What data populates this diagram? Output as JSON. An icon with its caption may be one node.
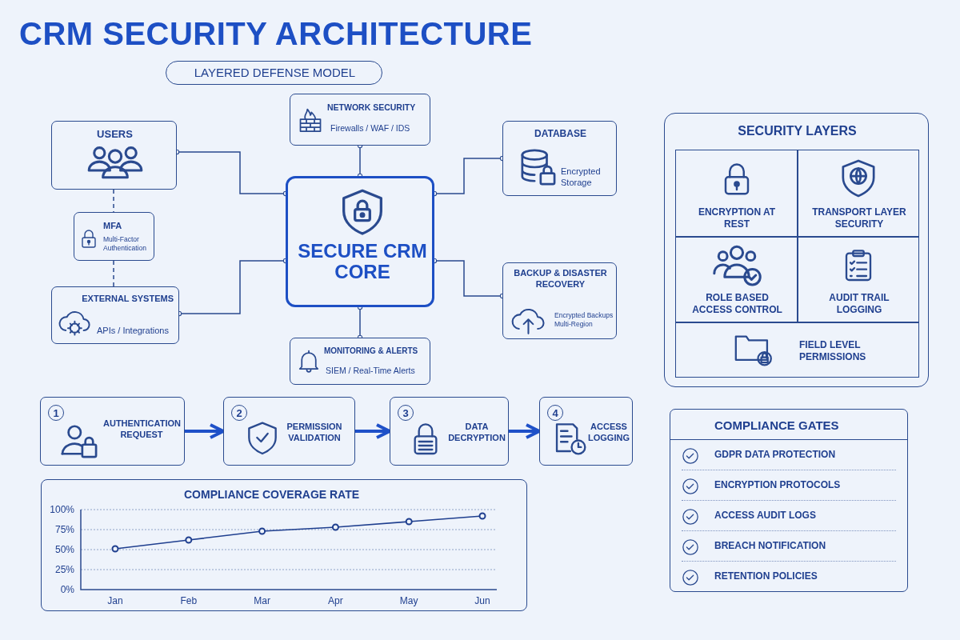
{
  "diagram": {
    "title": "CRM SECURITY ARCHITECTURE",
    "nodes": [
      {
        "text": [
          "USERS"
        ]
      },
      {
        "text": [
          "MFA",
          "Multi-Factor Authentication"
        ]
      },
      {
        "text": [
          "EXTERNAL SYSTEMS",
          "APIs / Integrations"
        ]
      },
      {
        "text": [
          "NETWORK SECURITY",
          "Firewalls / WAF / IDS"
        ]
      },
      {
        "text": [
          "SECURE CRM CORE"
        ]
      },
      {
        "text": [
          "DATABASE",
          "Encrypted Storage"
        ]
      },
      {
        "text": [
          "BACKUP & DISASTER RECOVERY",
          "Encrypted Backups Multi-Region"
        ]
      },
      {
        "text": [
          "MONITORING & ALERTS",
          "SIEM / Real-Time Alerts"
        ]
      },
      {
        "text": [
          "SECURITY LAYERS"
        ]
      },
      {
        "text": [
          "ENCRYPTION AT REST"
        ],
        "in": 8
      },
      {
        "text": [
          "TRANSPORT LAYER SECURITY"
        ],
        "in": 8
      },
      {
        "text": [
          "ROLE BASED ACCESS CONTROL"
        ],
        "in": 8
      },
      {
        "text": [
          "AUDIT TRAIL LOGGING"
        ],
        "in": 8
      },
      {
        "text": [
          "FIELD LEVEL PERMISSIONS"
        ],
        "in": 8
      },
      {
        "text": [
          "1",
          "AUTHENTICATION REQUEST"
        ]
      },
      {
        "text": [
          "2",
          "PERMISSION VALIDATION"
        ]
      },
      {
        "text": [
          "3",
          "DATA DECRYPTION"
        ]
      },
      {
        "text": [
          "4",
          "ACCESS LOGGING"
        ]
      },
      {
        "text": [
          "COMPLIANCE GATES",
          "GDPR DATA PROTECTION",
          "ENCRYPTION PROTOCOLS",
          "ACCESS AUDIT LOGS",
          "BREACH NOTIFICATION",
          "RETENTION POLICIES"
        ]
      },
      {
        "text": [
          "LAYERED DEFENSE MODEL"
        ]
      }
    ],
    "edges": [
      {
        "from": 0,
        "to": 4,
        "arrow": "other"
      },
      {
        "from": 3,
        "to": 4,
        "arrow": "other"
      },
      {
        "from": 5,
        "to": 4,
        "arrow": "other"
      },
      {
        "from": 2,
        "to": 4,
        "arrow": "other"
      },
      {
        "from": 6,
        "to": 4,
        "arrow": "other"
      },
      {
        "from": 7,
        "to": 4,
        "arrow": "other"
      },
      {
        "from": 0,
        "to": 1,
        "arrow": "none",
        "style": "dashed"
      },
      {
        "from": 1,
        "to": 2,
        "arrow": "none",
        "style": "dashed"
      },
      {
        "from": 14,
        "to": 15,
        "arrow": "to",
        "style": "thick",
        "color": "#1e50c8"
      },
      {
        "from": 15,
        "to": 16,
        "arrow": "to",
        "style": "thick",
        "color": "#1e50c8"
      },
      {
        "from": 16,
        "to": 17,
        "arrow": "to",
        "style": "thick",
        "color": "#1e50c8"
      }
    ],
    "chart_data": {
      "type": "line",
      "title": "COMPLIANCE COVERAGE RATE",
      "categories": [
        "Jan",
        "Feb",
        "Mar",
        "Apr",
        "May",
        "Jun"
      ],
      "series": [
        {
          "color": "#1f3f8f",
          "marker": true,
          "values": [
            51,
            62,
            73,
            78,
            85,
            92
          ]
        }
      ],
      "grid": true,
      "ylim": [
        0,
        100
      ],
      "yticks": [
        {
          "value": 0,
          "label": "0%"
        },
        {
          "value": 25,
          "label": "25%"
        },
        {
          "value": 50,
          "label": "50%"
        },
        {
          "value": 75,
          "label": "75%"
        },
        {
          "value": 100,
          "label": "100%"
        }
      ]
    }
  }
}
